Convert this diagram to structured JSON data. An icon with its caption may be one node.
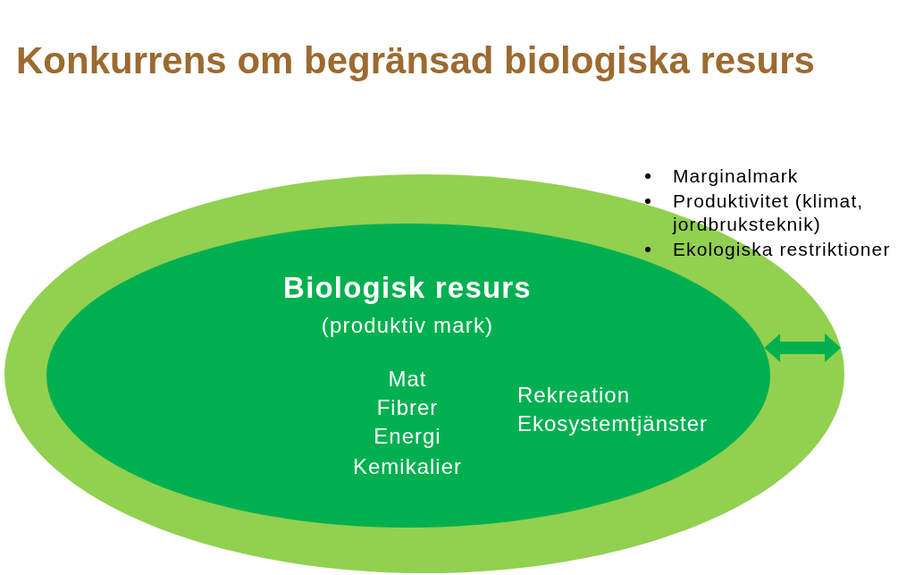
{
  "diagram": {
    "title": "Konkurrens om begränsad biologiska resurs",
    "nodes": [
      {
        "text": [],
        "shape": "ellipse"
      },
      {
        "text": [
          "Biologisk resurs",
          "(produktiv mark)",
          "Mat",
          "Fibrer",
          "Energi",
          "Kemikalier",
          "Rekreation",
          "Ekosystemtjänster"
        ],
        "in": 0
      }
    ],
    "edges": [
      {
        "from": 1,
        "to": 0,
        "arrow": "both"
      }
    ],
    "labels": [
      "Marginalmark",
      "Produktivitet (klimat, jordbruksteknik)",
      "Ekologiska restriktioner"
    ]
  }
}
